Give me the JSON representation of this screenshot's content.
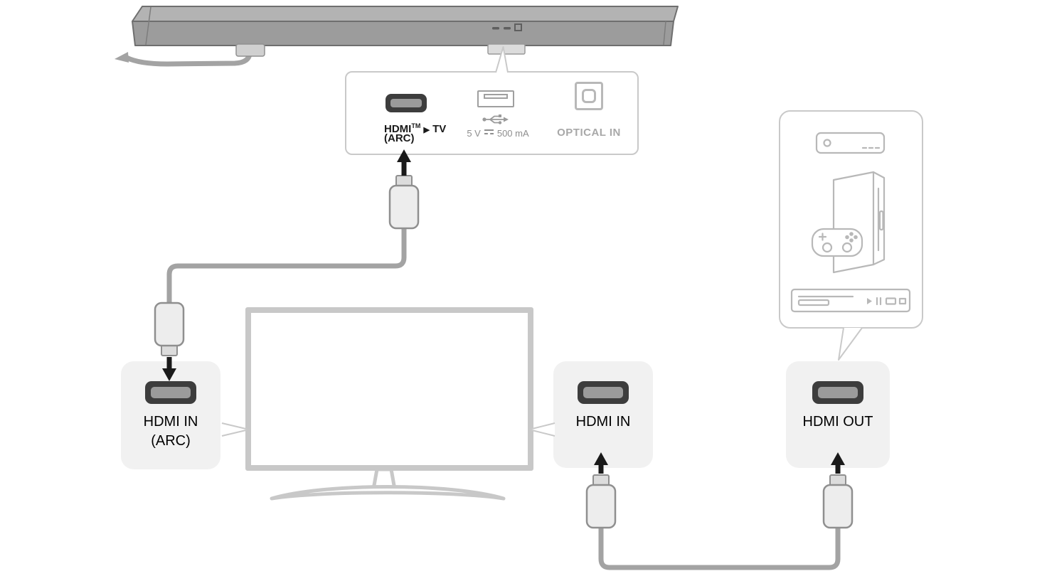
{
  "colors": {
    "soundbar": "#9c9c9c",
    "cable": "#a3a3a3",
    "port_box_bg": "#f1f1f1",
    "outline": "#c9c9c9",
    "arrow": "#1a1a1a",
    "hdmi_port": "#3d3d3d",
    "muted_text": "#8e8e8e",
    "device_icon": "#b8b8b8"
  },
  "panel": {
    "hdmi": {
      "brand": "HDMI",
      "tm": "TM",
      "arrow": "▶",
      "target": "TV",
      "arc": "(ARC)"
    },
    "usb": {
      "voltage": "5 V",
      "current": "500 mA"
    },
    "optical": {
      "label": "OPTICAL IN"
    }
  },
  "ports": {
    "arc": {
      "label": "HDMI IN",
      "sub": "(ARC)"
    },
    "tv_in": {
      "label": "HDMI IN"
    },
    "source_out": {
      "label": "HDMI OUT"
    }
  },
  "icons": {
    "hdmi_port": "dark rounded hdmi receptacle",
    "usb_port": "usb-a receptacle with trident symbol",
    "optical_port": "toslink square receptacle",
    "dc_symbol": "solid line over dashed line (IEC direct current)",
    "devices": [
      "set-top-box",
      "game-console",
      "blu-ray-player"
    ]
  }
}
